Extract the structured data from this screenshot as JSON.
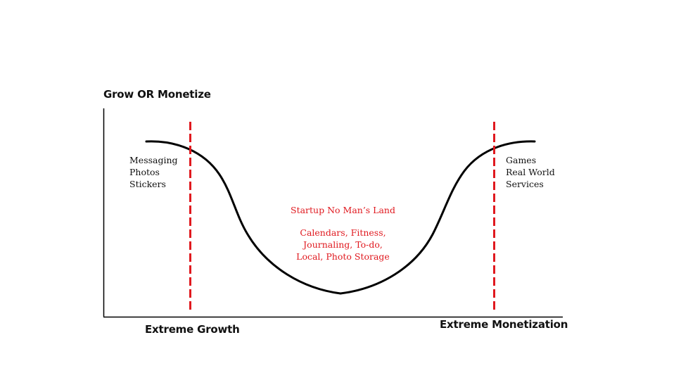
{
  "diagram": {
    "y_axis_label": "Grow OR Monetize",
    "x_axis_left_label": "Extreme Growth",
    "x_axis_right_label": "Extreme Monetization",
    "left_zone": {
      "items": [
        "Messaging",
        "Photos",
        "Stickers"
      ]
    },
    "middle_zone": {
      "title": "Startup No Man’s Land",
      "items": [
        "Calendars, Fitness,",
        "Journaling, To-do,",
        "Local, Photo Storage"
      ]
    },
    "right_zone": {
      "items": [
        "Games",
        "Real World",
        "Services"
      ]
    },
    "colors": {
      "curve": "#000000",
      "axis": "#000000",
      "divider": "#e0191f",
      "middle_text": "#e0191f",
      "text": "#111111"
    }
  }
}
